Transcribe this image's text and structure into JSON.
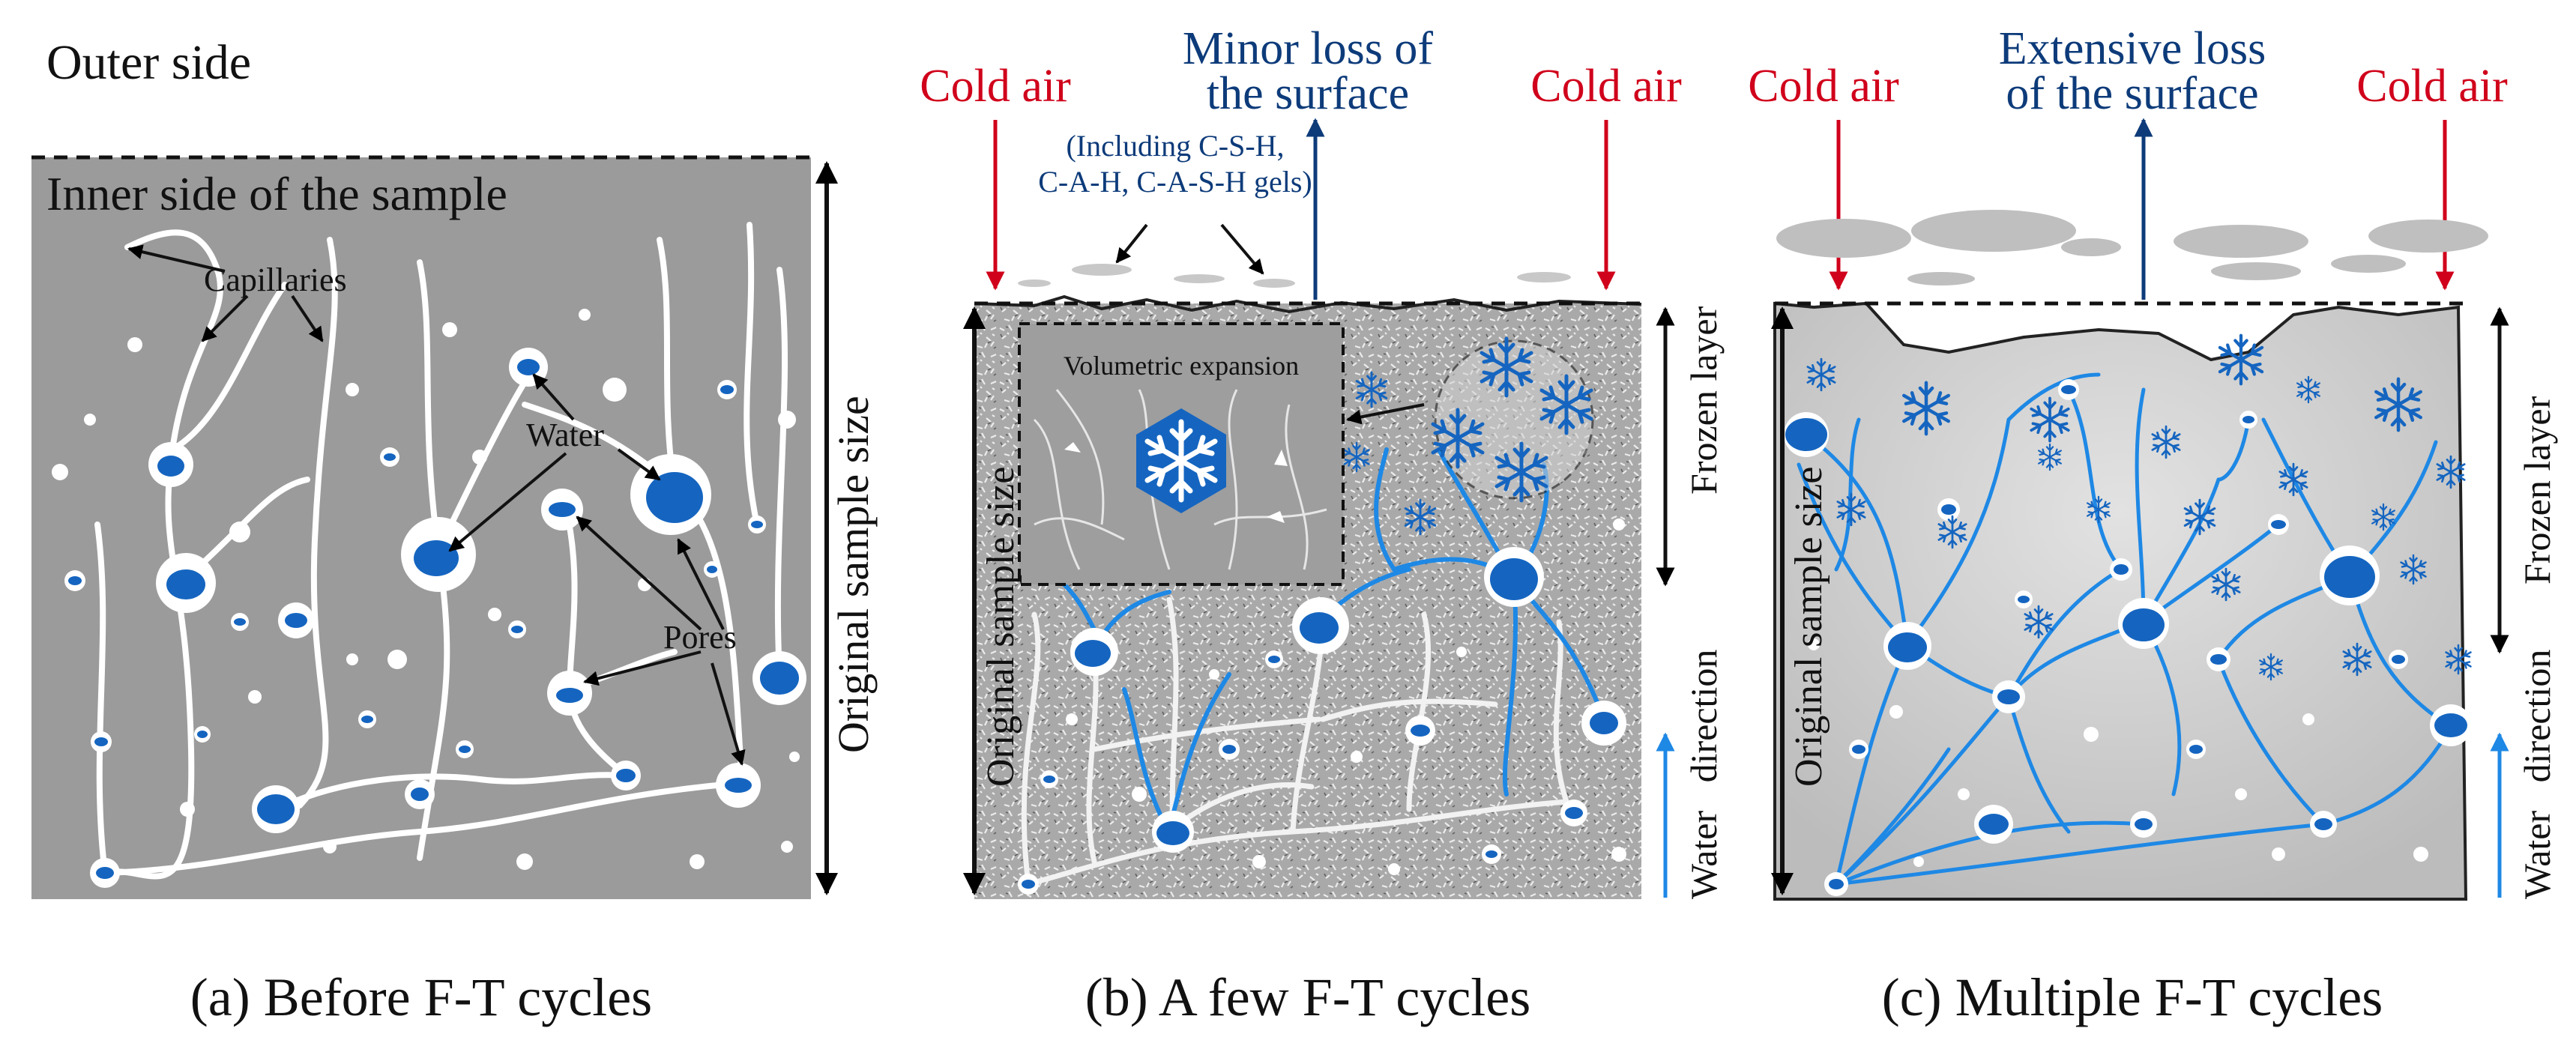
{
  "colors": {
    "sample_gray": "#9b9b9b",
    "texture_gray": "#bdbdbd",
    "pore_white": "#ffffff",
    "water_blue": "#1565c0",
    "capillary_blue": "#1e88e5",
    "cold_air_red": "#d0021b",
    "loss_blue": "#0d3b7a",
    "frost_gray": "#c8c8c8"
  },
  "panel_a": {
    "outer_side": "Outer side",
    "inner_side": "Inner side of the sample",
    "capillaries": "Capillaries",
    "water": "Water",
    "pores": "Pores",
    "size_label": "Original sample size",
    "caption": "(a) Before F-T cycles"
  },
  "panel_b": {
    "cold_air_left": "Cold air",
    "cold_air_right": "Cold air",
    "loss_line1": "Minor loss of",
    "loss_line2": "the surface",
    "gels_line1": "(Including C-S-H,",
    "gels_line2": "C-A-H, C-A-S-H gels)",
    "inset_label": "Volumetric expansion",
    "size_label": "Original sample size",
    "frozen_label": "Frozen layer",
    "water_dir_label": "Water   direction",
    "caption": "(b) A few F-T cycles"
  },
  "panel_c": {
    "cold_air_left": "Cold air",
    "cold_air_right": "Cold air",
    "loss_line1": "Extensive loss",
    "loss_line2": "of the surface",
    "size_label": "Original sample size",
    "frozen_label": "Frozen layer",
    "water_dir_label": "Water   direction",
    "caption": "(c) Multiple F-T cycles"
  }
}
